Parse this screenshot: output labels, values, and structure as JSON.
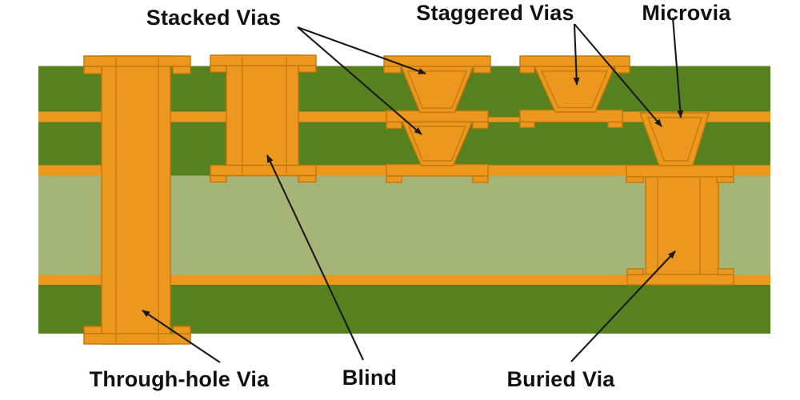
{
  "labels": {
    "stacked": "Stacked Vias",
    "staggered": "Staggered Vias",
    "microvia": "Microvia",
    "through_hole": "Through-hole Via",
    "blind": "Blind",
    "buried": "Buried Via"
  },
  "colors": {
    "background": "#ffffff",
    "substrate_green": "#57811f",
    "core_green": "#a5b577",
    "copper_orange": "#ec971e",
    "copper_outline": "#c1760b",
    "label_text": "#111111",
    "arrow_black": "#1a1a1a"
  }
}
